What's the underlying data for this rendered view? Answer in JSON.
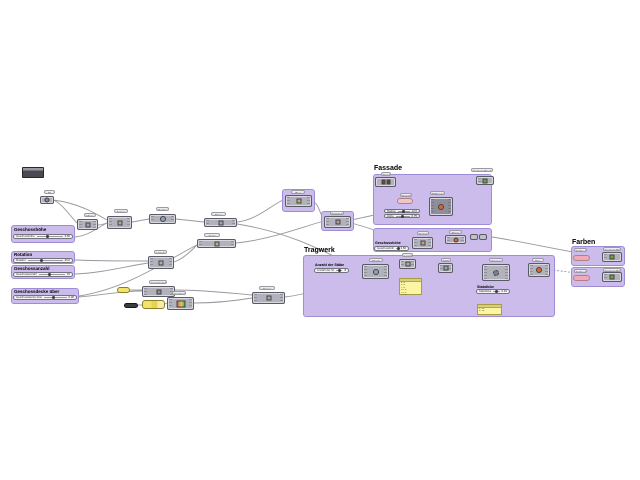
{
  "titles": {
    "fassade": "Fassade",
    "tragwerk": "Tragwerk",
    "farben": "Farben",
    "mid": "Geschosshöhe"
  },
  "left_panels": [
    {
      "title": "Geschosshöhe",
      "slider": {
        "name": "Geschosshöhe",
        "value": "3.50"
      }
    },
    {
      "title": "Rotation",
      "slider": {
        "name": "Rotation",
        "value": "45.0"
      }
    },
    {
      "title": "Geschossanzahl",
      "slider": {
        "name": "Geschossanzahl",
        "value": "15"
      }
    },
    {
      "title": "Geschossdecke über",
      "slider": {
        "name": "Geschossdecke über",
        "value": "0.30"
      }
    }
  ],
  "mid_group": {
    "slider": {
      "name": "Geschosshöhe",
      "value": "3.50"
    }
  },
  "tragwerk_group": {
    "anzahl": {
      "label": "Anzahl der Stäbe",
      "slider": {
        "name": "Anzahl der Stäbe",
        "value": "8"
      }
    },
    "stabdicke": {
      "label": "Stabdicke",
      "slider": {
        "name": "Stabdicke",
        "value": "0.15"
      }
    },
    "panel_big": {
      "rows": [
        "0.0",
        "3.5",
        "7.0",
        "10.5",
        "14.0",
        "17.5"
      ]
    },
    "panel_small": {
      "rows": [
        "0.15",
        "0.15"
      ]
    }
  },
  "fassade_group": {
    "sliders": [
      {
        "name": "Radius",
        "value": "12.0"
      },
      {
        "name": "Höhe",
        "value": "0.75"
      }
    ]
  },
  "farben_group": {
    "rows": [
      {
        "label": "Farbe 1",
        "tag": "Custom Preview"
      },
      {
        "label": "Farbe 2",
        "tag": "Custom Preview"
      }
    ]
  },
  "tags": {
    "n1": "Pt",
    "c1": "Move",
    "c2": "Series",
    "c3": "Rotate",
    "c4": "Move",
    "c5": "Array",
    "c6": "Unit Z",
    "d1": "Construct Domain",
    "d2": "Gradient",
    "d3": "Range",
    "p1": "Box",
    "p2": "Solid Union",
    "f1": "Toggle",
    "f_swatch": "Swatch",
    "f_big": "Difference",
    "f_preview": "Custom Preview",
    "h1": "Series",
    "h2": "Move",
    "t1": "Divide",
    "t2": "Length",
    "t3": "Shift",
    "t4": "Sweep",
    "t5": "Pipe"
  },
  "colors": {
    "group_fill": "#cbbcec",
    "group_border": "#9e8dd4",
    "wire": "#97979e",
    "panel_yellow": "#fbf5a4",
    "swatch_pink": "#f2a9b8",
    "preview_green": "#6fa33c",
    "accent_orange": "#e2622e"
  }
}
